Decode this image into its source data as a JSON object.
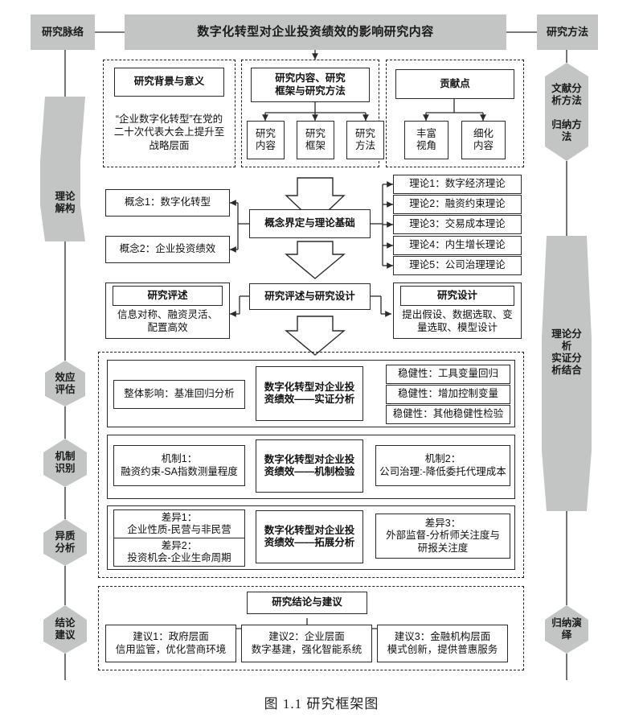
{
  "header": {
    "left_chip": "研究脉络",
    "title": "数字化转型对企业投资绩效的影响研究内容",
    "right_chip": "研究方法"
  },
  "left_rail": [
    {
      "name": "theory-deconstruction",
      "label": "理论\n解构"
    },
    {
      "name": "effect-evaluation",
      "label": "效应\n评估"
    },
    {
      "name": "mechanism-identification",
      "label": "机制\n识别"
    },
    {
      "name": "heterogeneity-analysis",
      "label": "异质\n分析"
    },
    {
      "name": "conclusion-suggestion",
      "label": "结论\n建议"
    }
  ],
  "right_rail": [
    {
      "name": "literature-analysis-method",
      "label": "文献分\n析方法\n\n归纳方\n法"
    },
    {
      "name": "theory-empirical-combined",
      "label": "理论分\n析\n实证分\n析结合"
    },
    {
      "name": "induction-deduction",
      "label": "归纳演\n绎"
    }
  ],
  "top_panels": {
    "background": {
      "title": "研究背景与意义",
      "body": "“企业数字化转型”在党的\n二十次代表大会上提升至\n战略层面"
    },
    "content_framework": {
      "title": "研究内容、研究\n框架与研究方法",
      "children": [
        "研究\n内容",
        "研究\n框架",
        "研究\n方法"
      ]
    },
    "contribution": {
      "title": "贡献点",
      "children": [
        "丰富\n视角",
        "细化\n内容"
      ]
    }
  },
  "concept_section": {
    "center": "概念界定与理论基础",
    "left": [
      "概念1：数字化转型",
      "概念2：企业投资绩效"
    ],
    "theories": [
      "理论1：数字经济理论",
      "理论2：融资约束理论",
      "理论3：交易成本理论",
      "理论4：内生增长理论",
      "理论5：公司治理理论"
    ]
  },
  "review_section": {
    "center": "研究评述与研究设计",
    "left_title": "研究评述",
    "left_body": "信息对称、融资灵活、\n配置高效",
    "right_title": "研究设计",
    "right_body": "提出假设、数据选取、变\n量选取、模型设计"
  },
  "empirical": {
    "group1": {
      "left": "整体影响：基准回归分析",
      "center": "数字化转型对企业投\n资绩效——实证分析",
      "right": [
        "稳健性：工具变量回归",
        "稳健性：增加控制变量",
        "稳健性：其他稳健性检验"
      ]
    },
    "group2": {
      "left": "机制1：\n融资约束-SA指数测量程度",
      "center": "数字化转型对企业投\n资绩效——机制检验",
      "right": "机制2：\n公司治理:-降低委托代理成本"
    },
    "group3": {
      "left": [
        "差异1：\n企业性质-民营与非民营",
        "差异2：\n投资机会-企业生命周期"
      ],
      "center": "数字化转型对企业投\n资绩效——拓展分析",
      "right": "差异3：\n外部监督-分析师关注度与\n研报关注度"
    }
  },
  "conclusion": {
    "title": "研究结论与建议",
    "items": [
      "建议1：政府层面\n信用监管，优化营商环境",
      "建议2：企业层面\n数字基建，强化智能系统",
      "建议3：金融机构层面\n模式创新，提供普惠服务"
    ]
  },
  "caption": "图 1.1 研究框架图",
  "colors": {
    "chip_gray": "#c3c5c4",
    "line": "#2a2a2a",
    "background": "#ffffff"
  }
}
